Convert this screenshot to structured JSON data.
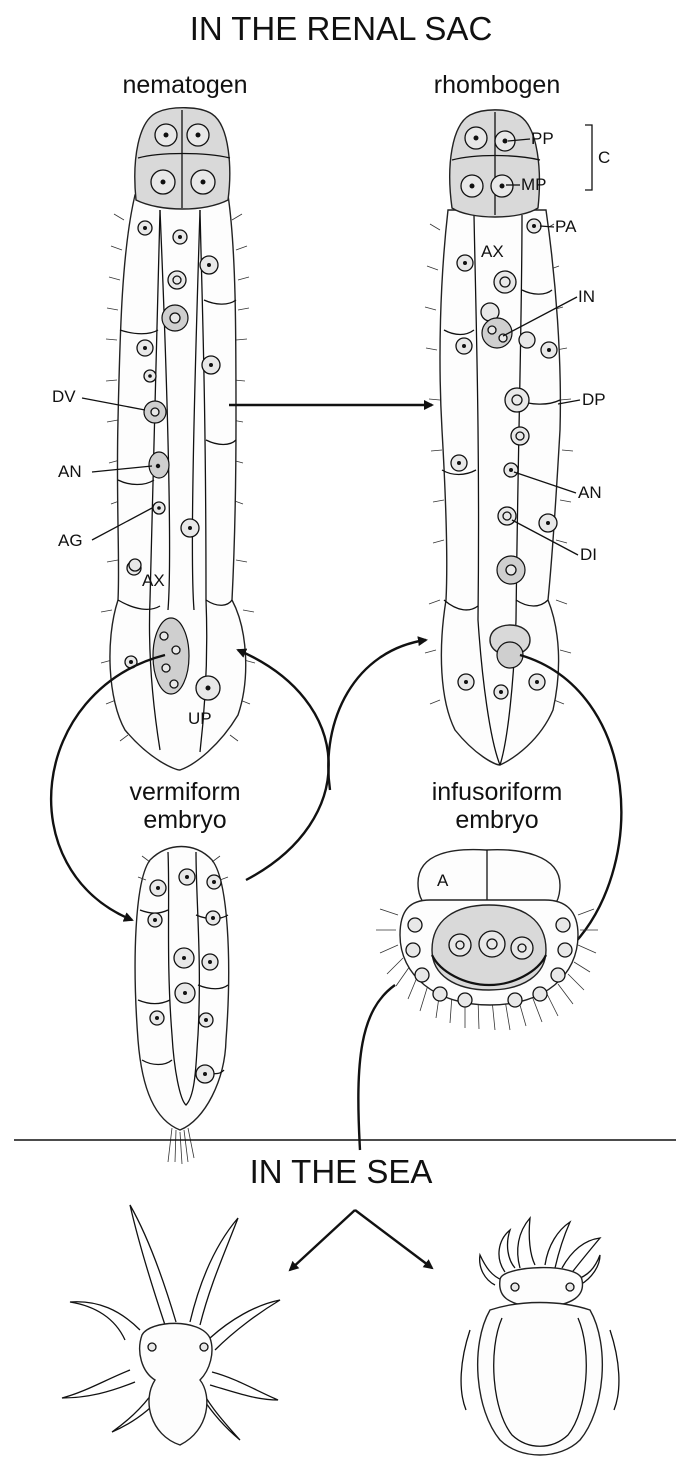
{
  "headings": {
    "renal_sac": "IN THE RENAL SAC",
    "sea": "IN THE SEA"
  },
  "titles": {
    "nematogen": "nematogen",
    "rhombogen": "rhombogen",
    "vermiform_line1": "vermiform",
    "vermiform_line2": "embryo",
    "infusoriform_line1": "infusoriform",
    "infusoriform_line2": "embryo"
  },
  "labels": {
    "nematogen": {
      "dv": "DV",
      "an": "AN",
      "ag": "AG",
      "ax": "AX",
      "up": "UP"
    },
    "rhombogen": {
      "pp": "PP",
      "mp": "MP",
      "c": "C",
      "pa": "PA",
      "ax": "AX",
      "in": "IN",
      "dp": "DP",
      "an": "AN",
      "di": "DI"
    },
    "infusoriform": {
      "a": "A"
    }
  }
}
